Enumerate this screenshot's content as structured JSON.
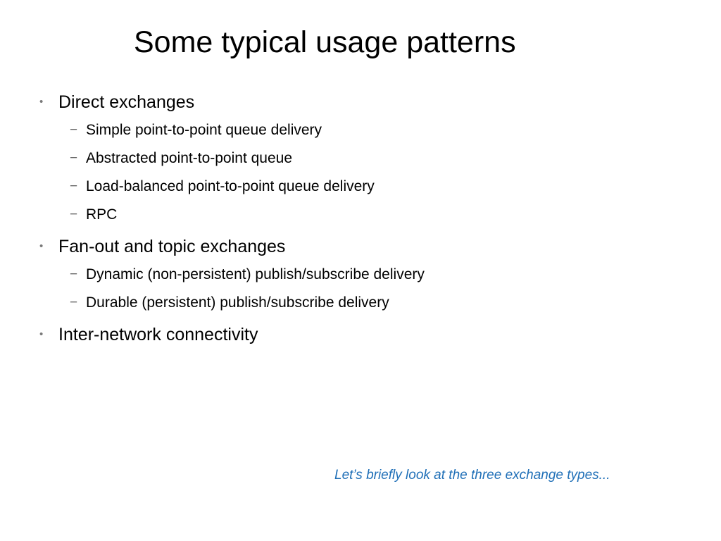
{
  "slide": {
    "title": "Some typical usage patterns",
    "bullet_marker": "•",
    "dash_marker": "−",
    "accent_color": "#1f6fb7",
    "bullets": [
      {
        "text": "Direct exchanges",
        "subitems": [
          "Simple point-to-point queue delivery",
          "Abstracted point-to-point queue",
          "Load-balanced point-to-point queue delivery",
          "RPC"
        ]
      },
      {
        "text": "Fan-out and topic exchanges",
        "subitems": [
          "Dynamic (non-persistent) publish/subscribe delivery",
          "Durable (persistent) publish/subscribe delivery"
        ]
      },
      {
        "text": "Inter-network connectivity",
        "subitems": []
      }
    ],
    "footnote": "Let’s briefly look at the three exchange types..."
  }
}
